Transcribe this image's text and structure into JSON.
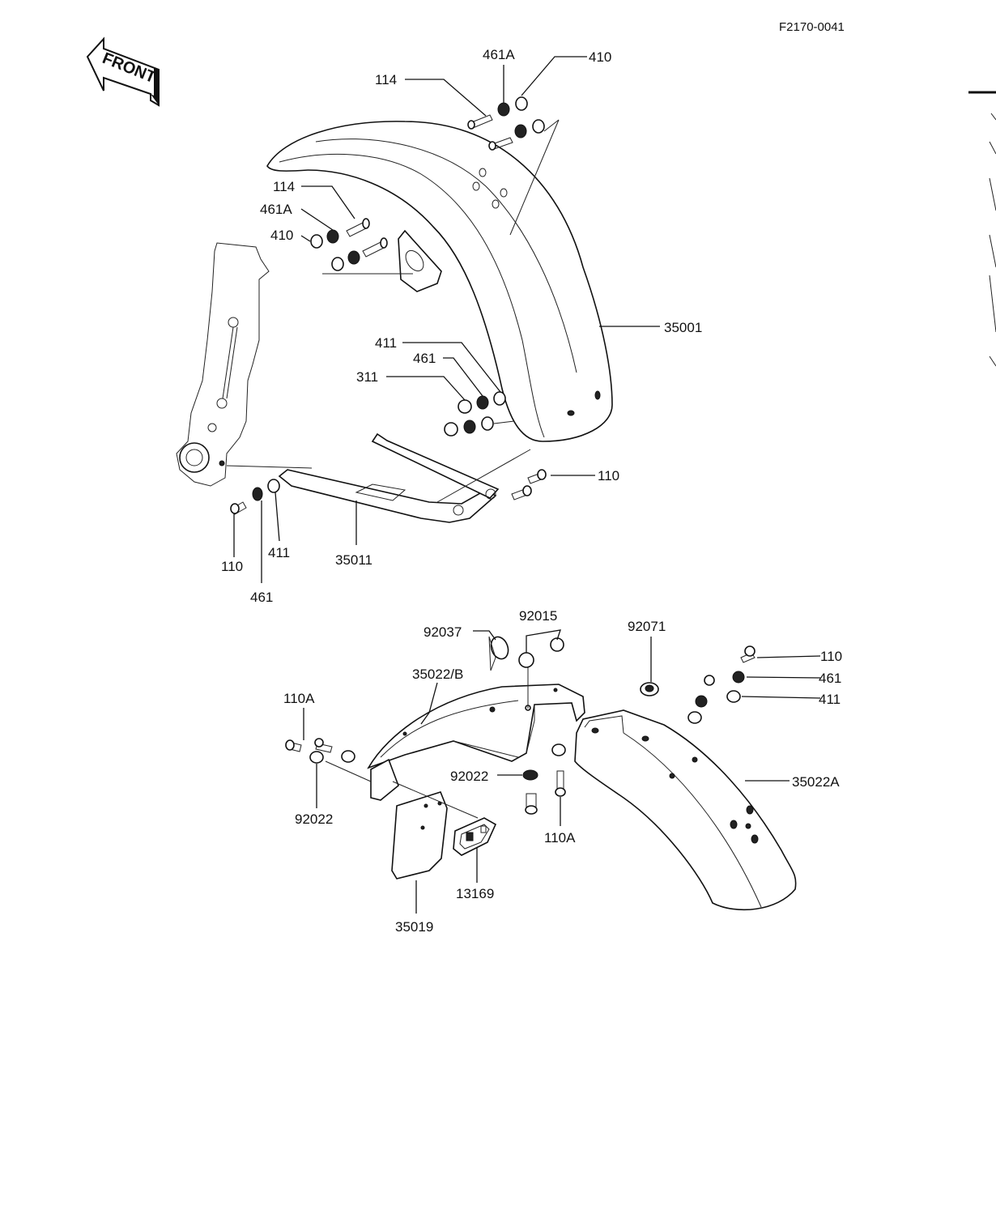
{
  "figure_ref": "F2170-0041",
  "front_indicator": "FRONT",
  "parts": [
    {
      "key": "p114_top",
      "label": "114"
    },
    {
      "key": "p461a_top",
      "label": "461A"
    },
    {
      "key": "p410_top",
      "label": "410"
    },
    {
      "key": "p114_left",
      "label": "114"
    },
    {
      "key": "p461a_left",
      "label": "461A"
    },
    {
      "key": "p410_left",
      "label": "410"
    },
    {
      "key": "p35001",
      "label": "35001"
    },
    {
      "key": "p411_mid",
      "label": "411"
    },
    {
      "key": "p461_mid",
      "label": "461"
    },
    {
      "key": "p311",
      "label": "311"
    },
    {
      "key": "p110_right",
      "label": "110"
    },
    {
      "key": "p110_left",
      "label": "110"
    },
    {
      "key": "p461_low",
      "label": "461"
    },
    {
      "key": "p411_low",
      "label": "411"
    },
    {
      "key": "p35011",
      "label": "35011"
    },
    {
      "key": "p92037",
      "label": "92037"
    },
    {
      "key": "p92015",
      "label": "92015"
    },
    {
      "key": "p92071",
      "label": "92071"
    },
    {
      "key": "p110_rear",
      "label": "110"
    },
    {
      "key": "p461_rear",
      "label": "461"
    },
    {
      "key": "p411_rear",
      "label": "411"
    },
    {
      "key": "p35022b",
      "label": "35022/B"
    },
    {
      "key": "p110a_left",
      "label": "110A"
    },
    {
      "key": "p92022_mid",
      "label": "92022"
    },
    {
      "key": "p35022a",
      "label": "35022A"
    },
    {
      "key": "p92022_left",
      "label": "92022"
    },
    {
      "key": "p110a_mid",
      "label": "110A"
    },
    {
      "key": "p13169",
      "label": "13169"
    },
    {
      "key": "p35019",
      "label": "35019"
    }
  ]
}
